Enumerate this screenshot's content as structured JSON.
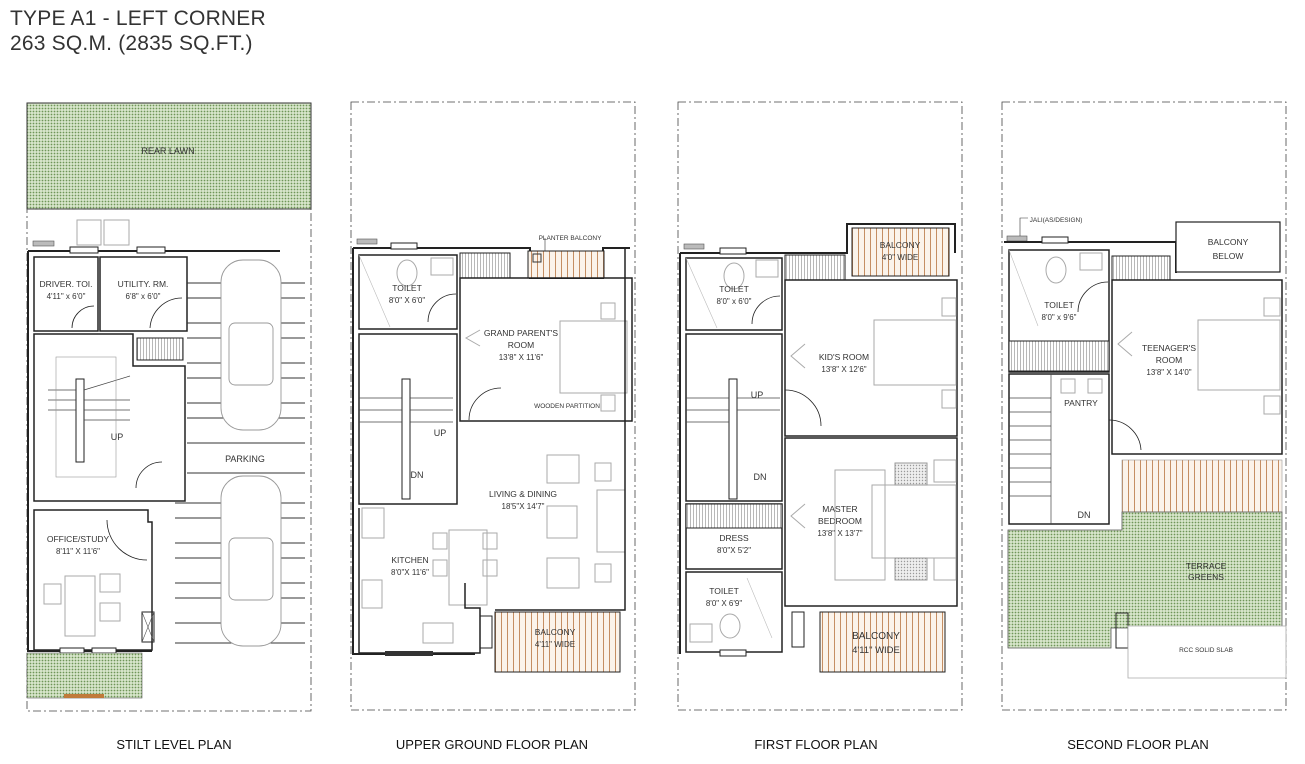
{
  "header": {
    "title_line1": "TYPE A1 - LEFT CORNER",
    "title_line2": "263 SQ.M. (2835 SQ.FT.)"
  },
  "colors": {
    "lawn_green": "#b9d3a4",
    "deck_brown": "#c98b5a",
    "line": "#222222",
    "furniture": "#b0b0b0"
  },
  "plans": [
    {
      "caption": "STILT LEVEL PLAN",
      "rooms": [
        {
          "name": "REAR LAWN",
          "size": ""
        },
        {
          "name": "DRIVER. TOI.",
          "size": "4'11\" x 6'0\""
        },
        {
          "name": "UTILITY. RM.",
          "size": "6'8\" x 6'0\""
        },
        {
          "name": "PARKING",
          "size": ""
        },
        {
          "name": "OFFICE/STUDY",
          "size": "8'11\" X 11'6\""
        }
      ],
      "labels": {
        "up": "UP"
      }
    },
    {
      "caption": "UPPER GROUND FLOOR PLAN",
      "rooms": [
        {
          "name": "TOILET",
          "size": "8'0\" X 6'0\""
        },
        {
          "name": "GRAND PARENT'S",
          "name2": "ROOM",
          "size": "13'8\" X 11'6\""
        },
        {
          "name": "LIVING & DINING",
          "size": "18'5\"X 14'7\""
        },
        {
          "name": "KITCHEN",
          "size": "8'0\"X 11'6\""
        },
        {
          "name": "BALCONY",
          "size": "4'11\" WIDE"
        }
      ],
      "labels": {
        "planter_balcony": "PLANTER BALCONY",
        "wooden_partition": "WOODEN PARTITION",
        "up": "UP",
        "dn": "DN"
      }
    },
    {
      "caption": "FIRST FLOOR PLAN",
      "rooms": [
        {
          "name": "BALCONY",
          "size": "4'0\" WIDE"
        },
        {
          "name": "TOILET",
          "size": "8'0\" x 6'0\""
        },
        {
          "name": "KID'S ROOM",
          "size": "13'8\" X 12'6\""
        },
        {
          "name": "MASTER",
          "name2": "BEDROOM",
          "size": "13'8\" X 13'7\""
        },
        {
          "name": "DRESS",
          "size": "8'0\"X 5'2\""
        },
        {
          "name": "TOILET",
          "size": "8'0\" X 6'9\""
        },
        {
          "name": "BALCONY",
          "size": "4'11\" WIDE"
        }
      ],
      "labels": {
        "up": "UP",
        "dn": "DN"
      }
    },
    {
      "caption": "SECOND FLOOR PLAN",
      "rooms": [
        {
          "name": "BALCONY",
          "size": "BELOW"
        },
        {
          "name": "TOILET",
          "size": "8'0\" x 9'6\""
        },
        {
          "name": "TEENAGER'S",
          "name2": "ROOM",
          "size": "13'8\" X 14'0\""
        },
        {
          "name": "PANTRY",
          "size": ""
        },
        {
          "name": "TERRACE",
          "size": "GREENS"
        },
        {
          "name": "RCC SOLID SLAB",
          "size": ""
        }
      ],
      "labels": {
        "jali": "JALI(AS/DESIGN)",
        "dn": "DN"
      }
    }
  ]
}
